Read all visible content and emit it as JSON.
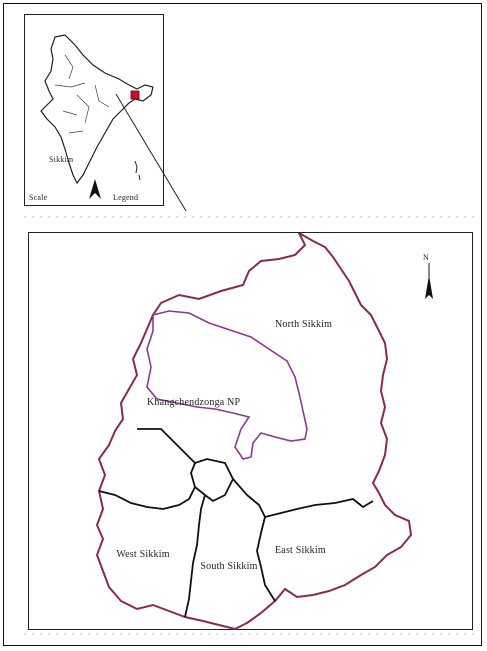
{
  "inset": {
    "scale_label": "Scale",
    "legend_label": "Legend",
    "state_label": "Sikkim"
  },
  "main_map": {
    "districts": [
      {
        "name": "North Sikkim"
      },
      {
        "name": "Khangchendzonga NP"
      },
      {
        "name": "West Sikkim"
      },
      {
        "name": "South Sikkim"
      },
      {
        "name": "East Sikkim"
      }
    ],
    "north_arrow_label": "N"
  },
  "colors": {
    "state_boundary": "#8b2b4a",
    "park_boundary": "#8a3a8f",
    "district_boundary": "#111111",
    "highlight": "#c8102e"
  }
}
